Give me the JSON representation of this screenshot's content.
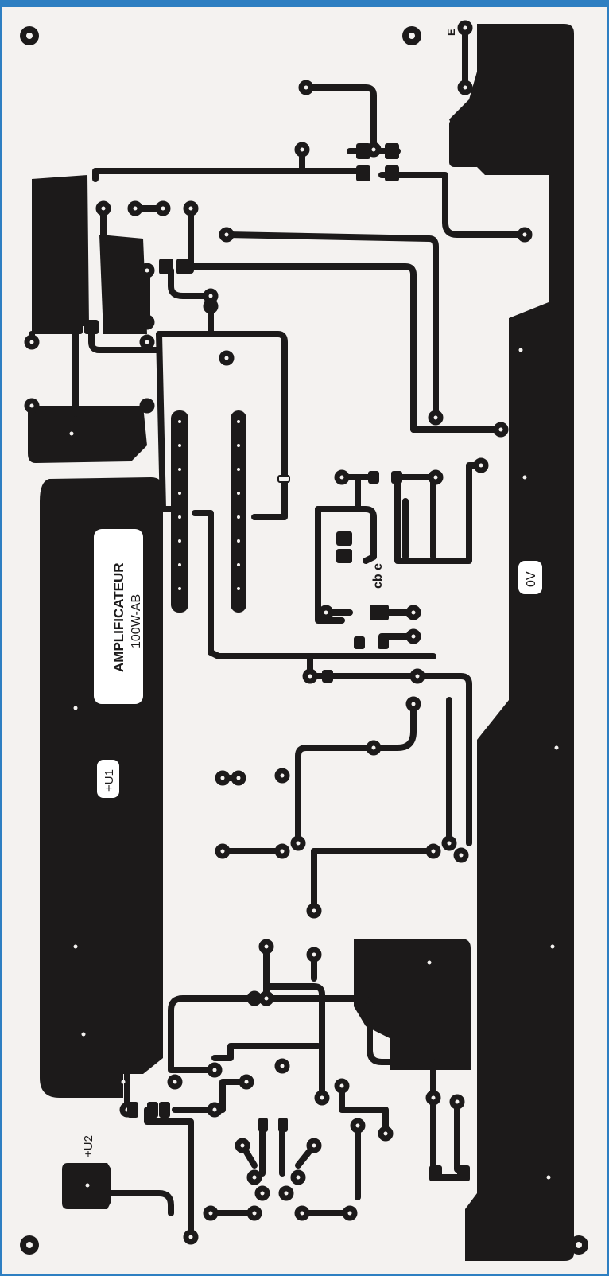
{
  "board": {
    "title_line1": "AMPLIFICATEUR",
    "title_line2": "100W-AB",
    "rail_u1": "+U1",
    "rail_u2": "+U2",
    "ground": "0V",
    "input": "E",
    "transistor_pins": "cb e"
  },
  "colors": {
    "copper": "#1c1a1a",
    "background": "#f4f2f0",
    "frame": "#2e7fc2",
    "label_fill": "#ffffff"
  }
}
